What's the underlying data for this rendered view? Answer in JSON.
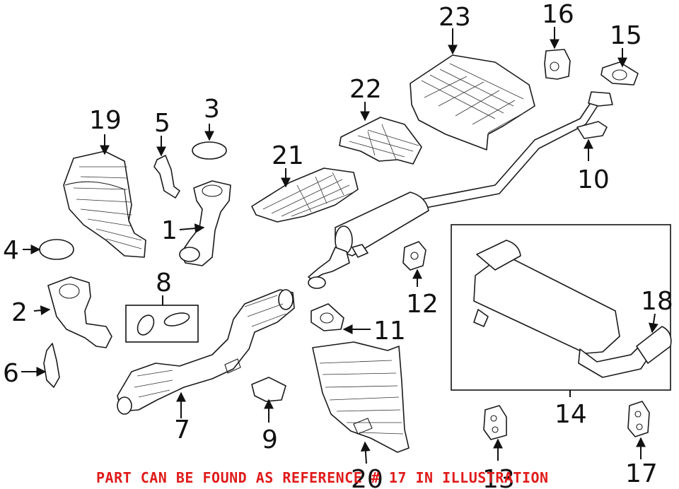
{
  "callouts": [
    "1",
    "2",
    "3",
    "4",
    "5",
    "6",
    "7",
    "8",
    "9",
    "10",
    "11",
    "12",
    "13",
    "14",
    "15",
    "16",
    "17",
    "18",
    "19",
    "20",
    "21",
    "22",
    "23"
  ],
  "notice": {
    "text": "PART CAN BE FOUND AS REFERENCE # 17 IN ILLUSTRATION",
    "color": "#e01b1b"
  },
  "icons": [
    "arrow-icon"
  ]
}
